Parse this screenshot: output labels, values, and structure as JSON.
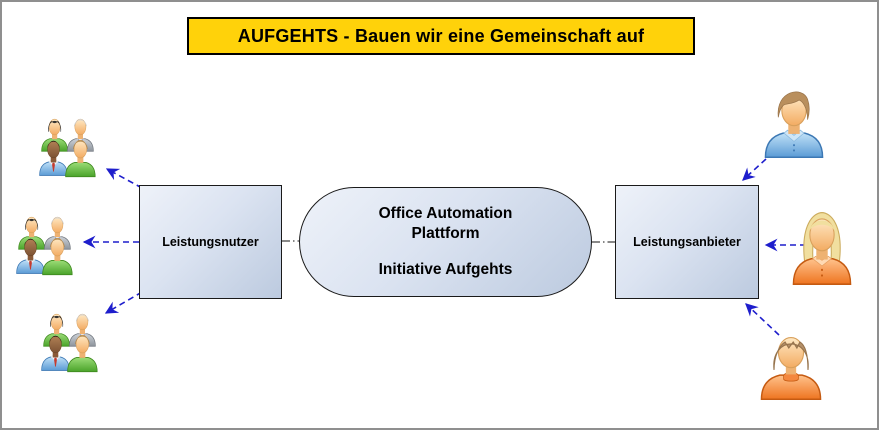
{
  "banner": {
    "label": "AUFGEHTS - Bauen wir eine Gemeinschaft auf"
  },
  "diagram": {
    "center_node": {
      "line1": "Office Automation",
      "line2": "Plattform",
      "line3": "Initiative Aufgehts"
    },
    "left_node": {
      "label": "Leistungsnutzer"
    },
    "right_node": {
      "label": "Leistungsanbieter"
    },
    "icons": {
      "left_groups": [
        "user-group-icon",
        "user-group-icon",
        "user-group-icon"
      ],
      "right_persons": [
        "male-user-blue-icon",
        "female-user-blonde-icon",
        "female-user-brown-icon"
      ]
    },
    "edges": [
      {
        "from": "Leistungsnutzer",
        "to": "user-group-top",
        "style": "blue-dashed-arrow"
      },
      {
        "from": "Leistungsnutzer",
        "to": "user-group-middle",
        "style": "blue-dashed-arrow"
      },
      {
        "from": "Leistungsnutzer",
        "to": "user-group-bottom",
        "style": "blue-dashed-arrow"
      },
      {
        "from": "provider-person-top",
        "to": "Leistungsanbieter",
        "style": "blue-dashed-arrow"
      },
      {
        "from": "provider-person-middle",
        "to": "Leistungsanbieter",
        "style": "blue-dashed-arrow"
      },
      {
        "from": "provider-person-bottom",
        "to": "Leistungsanbieter",
        "style": "blue-dashed-arrow"
      },
      {
        "from": "Leistungsnutzer",
        "to": "Office Automation Plattform",
        "style": "black-dash-dot"
      },
      {
        "from": "Office Automation Plattform",
        "to": "Leistungsanbieter",
        "style": "black-dash-dot"
      }
    ],
    "colors": {
      "banner_bg": "#FFD20A",
      "node_fill_light": "#eef2f9",
      "node_fill_dark": "#bccadf",
      "arrow_blue": "#1e1ecc",
      "connector": "#404040"
    }
  }
}
